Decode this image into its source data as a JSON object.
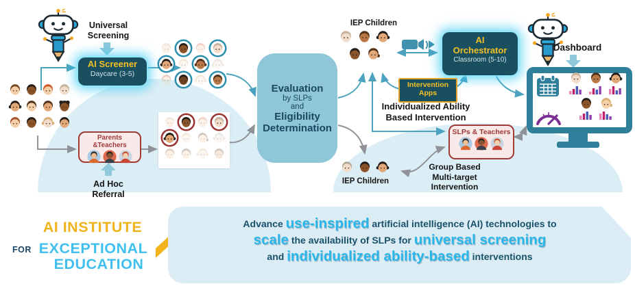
{
  "colors": {
    "accent_teal": "#4da3bf",
    "gray_arrow": "#8f9296",
    "dark_box": "#1a4f5f",
    "gold": "#f2c026",
    "glow_cyan": "#45d7f7",
    "dome_blue": "#dceef5",
    "eval_blue": "#8fc6d8",
    "red_border": "#9e3b38",
    "monitor_teal": "#2f7f9b",
    "logo_gold": "#f0b31c",
    "logo_cyan": "#41c0ef",
    "logo_navy": "#1d4566",
    "mission_cyan": "#2ab6ea",
    "mission_navy": "#19506b",
    "gauge_purple": "#7b2f93"
  },
  "icons": {
    "robot": "ai-robot-pencil-mascot",
    "camera": "video-camera",
    "calendar": "calendar",
    "gauge": "speedometer-gauge",
    "monitor": "desktop-monitor",
    "chevron": "gold-up-chevron"
  },
  "top_left": {
    "universal_screening_label": "Universal\nScreening",
    "ai_screener": {
      "title": "AI Screener",
      "subtitle": "Daycare (3-5)"
    },
    "parents_teachers_label": "Parents &Teachers",
    "ad_hoc_label": "Ad Hoc\nReferral"
  },
  "evaluation": {
    "l1": "Evaluation",
    "l2": "by SLPs",
    "l3": "and",
    "l4": "Eligibility",
    "l5": "Determination"
  },
  "right": {
    "iep_children_top_label": "IEP Children",
    "ai_orchestrator": {
      "title": "AI\nOrchestrator",
      "subtitle": "Classroom (5-10)"
    },
    "intervention_apps_label": "Intervention\nApps",
    "individualized_label": "Individualized Ability\nBased Intervention",
    "slps_teachers_label": "SLPs & Teachers",
    "group_based_label": "Group Based\nMulti-target\nIntervention",
    "iep_children_bottom_label": "IEP Children",
    "dashboard_label": "Dashboard"
  },
  "footer": {
    "logo": {
      "line1": "AI INSTITUTE",
      "for_word": "FOR",
      "line2": "EXCEPTIONAL",
      "line3": "EDUCATION"
    },
    "mission_lines": [
      [
        {
          "t": "Advance ",
          "big": false
        },
        {
          "t": "use-inspired",
          "big": true
        },
        {
          "t": " artificial intelligence (AI) technologies to",
          "big": false
        }
      ],
      [
        {
          "t": "scale",
          "big": true
        },
        {
          "t": " the availability of SLPs for ",
          "big": false
        },
        {
          "t": "universal screening",
          "big": true
        }
      ],
      [
        {
          "t": "and ",
          "big": false
        },
        {
          "t": "individualized ability-based",
          "big": true
        },
        {
          "t": " interventions",
          "big": false
        }
      ]
    ]
  },
  "face_palette": {
    "skins": [
      "#f2ddcb",
      "#f4cfa7",
      "#e2a877",
      "#b97745",
      "#8a5428",
      "#6f4320"
    ],
    "hairs": [
      "#241d18",
      "#4f3219",
      "#7a4a22",
      "#a64f2a",
      "#cf5a28",
      "#d9af74",
      "#c7b29b",
      "#b5a89b"
    ]
  },
  "face_groups": {
    "left_children": {
      "size": 22,
      "gap": 2,
      "rows": [
        [
          [
            1,
            2,
            "b"
          ],
          [
            4,
            0,
            "b"
          ],
          [
            1,
            4,
            "b"
          ],
          [
            0,
            6,
            "b"
          ]
        ],
        [
          [
            2,
            0,
            "g"
          ],
          [
            1,
            1,
            "b"
          ],
          [
            2,
            1,
            "b"
          ],
          [
            4,
            0,
            "p"
          ]
        ],
        [
          [
            1,
            3,
            "b"
          ],
          [
            4,
            0,
            "b"
          ],
          [
            0,
            5,
            "g"
          ],
          [
            2,
            0,
            "b"
          ]
        ]
      ]
    },
    "teal_group": {
      "size": 21,
      "gap": 4,
      "circle_color": "#2b8fae",
      "rows": [
        [
          [
            1,
            6,
            "b",
            "f"
          ],
          [
            4,
            0,
            "b",
            "c"
          ],
          [
            1,
            4,
            "b",
            "f"
          ],
          [
            0,
            6,
            "b",
            "c"
          ]
        ],
        [
          [
            2,
            0,
            "g",
            "c"
          ],
          [
            0,
            5,
            "b",
            "f"
          ],
          [
            3,
            1,
            "g",
            "c"
          ],
          [
            0,
            7,
            "g",
            "f"
          ]
        ],
        [
          [
            1,
            3,
            "b",
            "f"
          ],
          [
            5,
            0,
            "b",
            "c"
          ],
          [
            0,
            5,
            "g",
            "f"
          ],
          [
            3,
            1,
            "b",
            "c"
          ]
        ]
      ]
    },
    "red_group": {
      "size": 21,
      "gap": 3,
      "circle_color": "#993432",
      "rows": [
        [
          [
            1,
            6,
            "b",
            "f"
          ],
          [
            4,
            0,
            "b",
            "c"
          ],
          [
            1,
            4,
            "b",
            "f"
          ],
          [
            0,
            6,
            "b",
            "c"
          ]
        ],
        [
          [
            2,
            0,
            "g",
            "c"
          ],
          [
            0,
            5,
            "b",
            "f"
          ],
          [
            1,
            1,
            "t",
            "f"
          ],
          [
            0,
            7,
            "g",
            "f"
          ]
        ],
        [
          [
            1,
            3,
            "b",
            "f"
          ],
          [
            1,
            1,
            "b",
            "f"
          ],
          [
            0,
            5,
            "g",
            "f"
          ],
          [
            2,
            1,
            "b",
            "f"
          ]
        ]
      ]
    },
    "iep_top": {
      "size": 23,
      "gap": 4,
      "rows": [
        [
          [
            0,
            6,
            "b"
          ],
          [
            3,
            1,
            "b"
          ],
          [
            2,
            0,
            "g"
          ]
        ],
        [
          [
            4,
            0,
            "b"
          ],
          [
            2,
            1,
            "t"
          ]
        ]
      ]
    },
    "iep_bottom": {
      "size": 22,
      "gap": 4,
      "rows": [
        [
          [
            0,
            7,
            "b"
          ],
          [
            4,
            0,
            "b"
          ],
          [
            2,
            0,
            "g"
          ]
        ]
      ]
    }
  },
  "avatars": [
    {
      "bg": "#a9cbe3",
      "skin": "#efc096",
      "hair": "#2f2a26",
      "shirt": "#e06a2e"
    },
    {
      "bg": "#de6a50",
      "skin": "#8a5631",
      "hair": "#27211d",
      "shirt": "#3a414b"
    },
    {
      "bg": "#c9d6e2",
      "skin": "#f3cfb4",
      "hair": "#c2512c",
      "shirt": "#cc4433"
    }
  ],
  "dashboard": {
    "bar_colors": [
      "#e887b8",
      "#bb2069",
      "#4a5bb5",
      "#8d3fb0"
    ],
    "rows": [
      [
        0,
        1,
        2
      ],
      [
        3,
        4
      ]
    ],
    "cells": [
      {
        "face": [
          0,
          6,
          "b"
        ],
        "bars": [
          5,
          8,
          12,
          7
        ]
      },
      {
        "face": [
          3,
          1,
          "b"
        ],
        "bars": [
          4,
          9,
          7,
          12
        ]
      },
      {
        "face": [
          2,
          0,
          "g"
        ],
        "bars": [
          8,
          12,
          6,
          9
        ]
      },
      {
        "face": [
          4,
          0,
          "b"
        ],
        "bars": [
          6,
          9,
          12,
          7
        ]
      },
      {
        "face": [
          1,
          5,
          "t"
        ],
        "bars": [
          9,
          12,
          8,
          5
        ]
      }
    ]
  }
}
